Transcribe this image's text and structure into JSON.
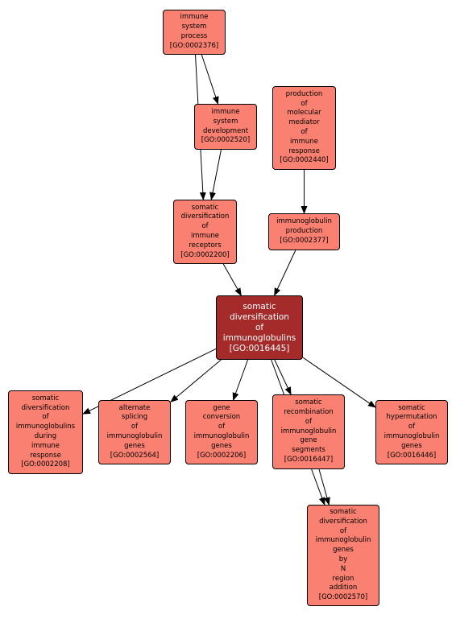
{
  "colors": {
    "node_fill": "#fa8072",
    "main_fill": "#a52a2a",
    "main_text": "#ffffff",
    "border": "#000000",
    "edge": "#000000"
  },
  "nodes": {
    "go0002376": {
      "label": "immune\nsystem\nprocess\n[GO:0002376]"
    },
    "go0002520": {
      "label": "immune\nsystem\ndevelopment\n[GO:0002520]"
    },
    "go0002440": {
      "label": "production\nof\nmolecular\nmediator\nof\nimmune\nresponse\n[GO:0002440]"
    },
    "go0002200": {
      "label": "somatic\ndiversification\nof\nimmune\nreceptors\n[GO:0002200]"
    },
    "go0002377": {
      "label": "immunoglobulin\nproduction\n[GO:0002377]"
    },
    "go0016445": {
      "label": "somatic\ndiversification\nof\nimmunoglobulins\n[GO:0016445]"
    },
    "go0002208": {
      "label": "somatic\ndiversification\nof\nimmunoglobulins\nduring\nimmune\nresponse\n[GO:0002208]"
    },
    "go0002564": {
      "label": "alternate\nsplicing\nof\nimmunoglobulin\ngenes\n[GO:0002564]"
    },
    "go0002206": {
      "label": "gene\nconversion\nof\nimmunoglobulin\ngenes\n[GO:0002206]"
    },
    "go0016447": {
      "label": "somatic\nrecombination\nof\nimmunoglobulin\ngene\nsegments\n[GO:0016447]"
    },
    "go0016446": {
      "label": "somatic\nhypermutation\nof\nimmunoglobulin\ngenes\n[GO:0016446]"
    },
    "go0002570": {
      "label": "somatic\ndiversification\nof\nimmunoglobulin\ngenes\nby\nN\nregion\naddition\n[GO:0002570]"
    }
  },
  "edges": [
    {
      "from": "go0002376",
      "to": "go0002520"
    },
    {
      "from": "go0002376",
      "to": "go0002200"
    },
    {
      "from": "go0002520",
      "to": "go0002200"
    },
    {
      "from": "go0002440",
      "to": "go0002377"
    },
    {
      "from": "go0002200",
      "to": "go0016445"
    },
    {
      "from": "go0002377",
      "to": "go0016445"
    },
    {
      "from": "go0016445",
      "to": "go0002208"
    },
    {
      "from": "go0016445",
      "to": "go0002564"
    },
    {
      "from": "go0016445",
      "to": "go0002206"
    },
    {
      "from": "go0016445",
      "to": "go0016447"
    },
    {
      "from": "go0016445",
      "to": "go0016446"
    },
    {
      "from": "go0016445",
      "to": "go0002570"
    },
    {
      "from": "go0016447",
      "to": "go0002570"
    }
  ]
}
